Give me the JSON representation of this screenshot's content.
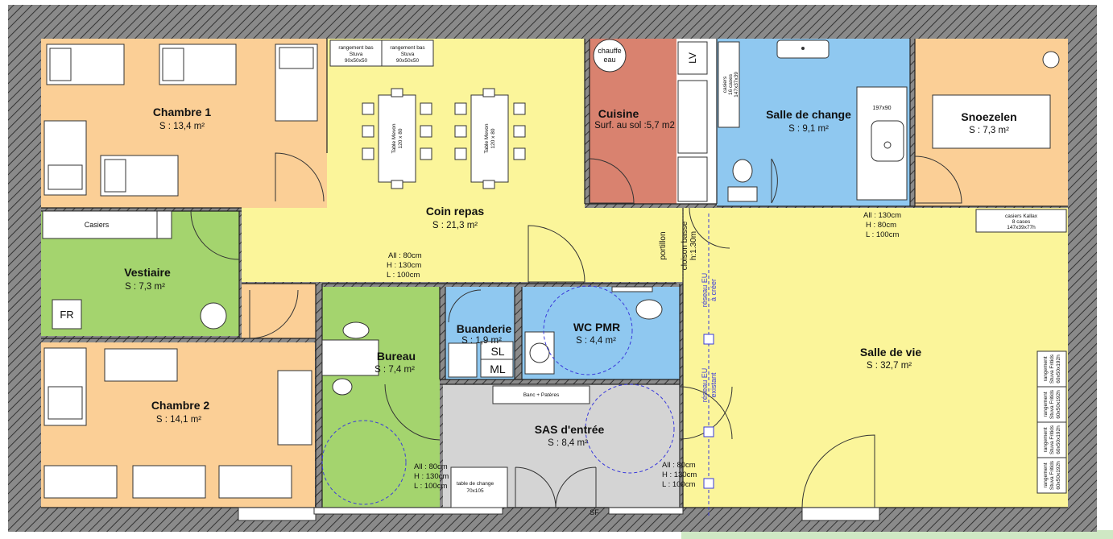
{
  "rooms": {
    "chambre1": {
      "name": "Chambre 1",
      "surface": "S : 13,4 m²",
      "color": "#fbcf96"
    },
    "coin_repas": {
      "name": "Coin repas",
      "surface": "S : 21,3 m²",
      "color": "#fbf59a"
    },
    "cuisine": {
      "name": "Cuisine",
      "surface": "Surf. au sol :5,7 m2",
      "color": "#d9826f"
    },
    "salle_de_change": {
      "name": "Salle de change",
      "surface": "S : 9,1 m²",
      "color": "#8fc8f0"
    },
    "snoezelen": {
      "name": "Snoezelen",
      "surface": "S : 7,3 m²",
      "color": "#fbcf96"
    },
    "vestiaire": {
      "name": "Vestiaire",
      "surface": "S : 7,3 m²",
      "color": "#a4d46e"
    },
    "bureau": {
      "name": "Bureau",
      "surface": "S : 7,4 m²",
      "color": "#a4d46e"
    },
    "buanderie": {
      "name": "Buanderie",
      "surface": "S : 1,9 m²",
      "color": "#8fc8f0"
    },
    "wc_pmr": {
      "name": "WC PMR",
      "surface": "S : 4,4 m²",
      "color": "#8fc8f0"
    },
    "salle_de_vie": {
      "name": "Salle de vie",
      "surface": "S : 32,7 m²",
      "color": "#fbf59a"
    },
    "chambre2": {
      "name": "Chambre 2",
      "surface": "S : 14,1 m²",
      "color": "#fbcf96"
    },
    "sas_entree": {
      "name": "SAS d'entrée",
      "surface": "S : 8,4 m²",
      "color": "#d4d4d4"
    }
  },
  "labels": {
    "rangement_bas_1": [
      "rangement bas",
      "Stuva",
      "90x50x50"
    ],
    "rangement_bas_2": [
      "rangement bas",
      "Stuva",
      "90x50x50"
    ],
    "table_1": [
      "Table Mevon",
      "120 x 80"
    ],
    "table_2": [
      "Table Mevon",
      "120 x 80"
    ],
    "chauffe_eau": [
      "chauffe",
      "eau"
    ],
    "lv": "LV",
    "casiers_kallax_1": [
      "casiers",
      "16 cases",
      "147x37x39"
    ],
    "bath_size": "197x90",
    "casiers": "Casiers",
    "fr": "FR",
    "sl": "SL",
    "ml": "ML",
    "portillon": "portillon",
    "cloison": [
      "cloison basse",
      "h:1.30m"
    ],
    "casiers_kallax_2": [
      "casiers Kallax",
      "8 cases",
      "147x39x77h"
    ],
    "banc": "Banc + Patères",
    "table_de_change": [
      "table de change",
      "70x105"
    ],
    "sf": "SF",
    "reseau_creer": [
      "réseau EU",
      "à créer"
    ],
    "reseau_existant": [
      "réseau EU",
      "existant"
    ],
    "rangement_stuva": [
      "rangement",
      "Stuva Fritids",
      "60x50x192h"
    ]
  },
  "dims": {
    "coin": [
      "All : 80cm",
      "H : 130cm",
      "L : 100cm"
    ],
    "snoez": [
      "All : 130cm",
      "H : 80cm",
      "L : 100cm"
    ],
    "bureau": [
      "All : 80cm",
      "H : 130cm",
      "L : 100cm"
    ],
    "sas": [
      "All : 80cm",
      "H : 130cm",
      "L : 100cm"
    ]
  },
  "colors": {
    "wall": "#777777",
    "hatch": "#333333",
    "eu_network": "#3a3adb",
    "exterior_green": "#cfe8c4"
  }
}
